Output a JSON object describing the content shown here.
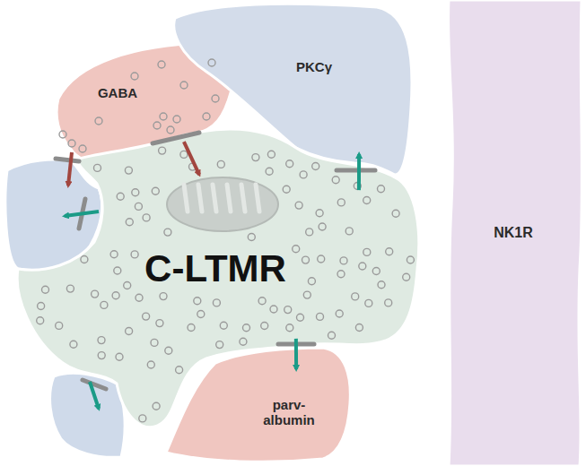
{
  "diagram": {
    "nodes": [
      {
        "text": [
          "GABA"
        ]
      },
      {
        "text": [
          "PKCγ"
        ]
      },
      {
        "text": [
          "C-LTMR"
        ]
      },
      {
        "text": [
          "parv- albumin"
        ]
      },
      {
        "text": [
          "NK1R"
        ]
      }
    ],
    "edges": [
      {
        "from": 0,
        "to": 2,
        "arrow": "to"
      },
      {
        "from": 2,
        "to": 1,
        "arrow": "to"
      },
      {
        "from": 2,
        "to": 3,
        "arrow": "to"
      }
    ]
  }
}
